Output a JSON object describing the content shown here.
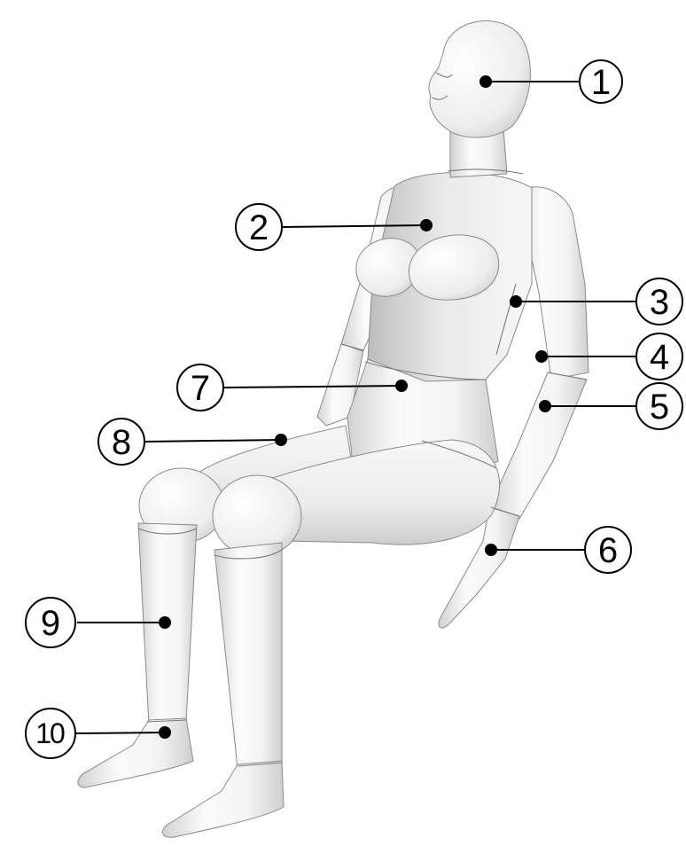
{
  "diagram": {
    "subject": "seated mannequin",
    "callouts": [
      {
        "label": "1"
      },
      {
        "label": "2"
      },
      {
        "label": "3"
      },
      {
        "label": "4"
      },
      {
        "label": "5"
      },
      {
        "label": "6"
      },
      {
        "label": "7"
      },
      {
        "label": "8"
      },
      {
        "label": "9"
      },
      {
        "label": "10"
      }
    ]
  }
}
